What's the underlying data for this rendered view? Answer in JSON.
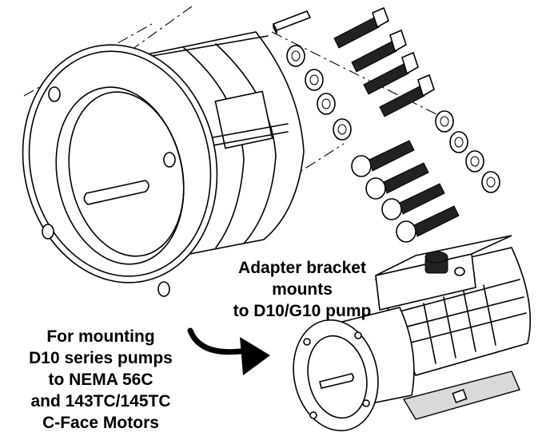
{
  "labels": {
    "adapter": [
      "Adapter bracket",
      "mounts",
      "to D10/G10 pump"
    ],
    "mounting": [
      "For mounting",
      "D10 series pumps",
      "to NEMA 56C",
      "and 143TC/145TC",
      "C-Face Motors"
    ]
  },
  "colors": {
    "line": "#000000",
    "background": "#ffffff",
    "shade": "#d9d9d9"
  },
  "icons": [
    "curved-arrow-icon"
  ]
}
